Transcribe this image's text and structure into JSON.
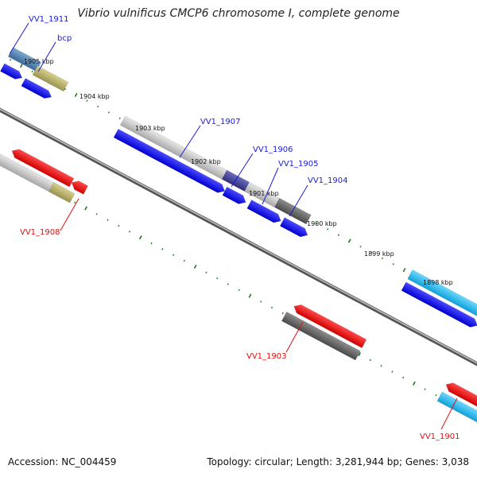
{
  "title": "Vibrio vulnificus CMCP6 chromosome I, complete genome",
  "footer": {
    "accession": "Accession: NC_004459",
    "topology": "Topology: circular; Length: 3,281,944 bp; Genes: 3,038"
  },
  "ruler_labels": [
    "1905 kbp",
    "1904 kbp",
    "1903 kbp",
    "1902 kbp",
    "1901 kbp",
    "1900 kbp",
    "1899 kbp",
    "1898 kbp"
  ],
  "gene_labels": [
    {
      "text": "VV1_1911",
      "color": "#1a1ad8"
    },
    {
      "text": "bcp",
      "color": "#1a1ad8"
    },
    {
      "text": "VV1_1907",
      "color": "#1a1ad8"
    },
    {
      "text": "VV1_1906",
      "color": "#1a1ad8"
    },
    {
      "text": "VV1_1905",
      "color": "#1a1ad8"
    },
    {
      "text": "VV1_1904",
      "color": "#1a1ad8"
    },
    {
      "text": "VV1_1908",
      "color": "#e01010"
    },
    {
      "text": "VV1_1903",
      "color": "#e01010"
    },
    {
      "text": "VV1_1901",
      "color": "#e01010"
    }
  ],
  "colors": {
    "cds_forward": "#0000ee",
    "cds_reverse": "#ee0000",
    "rna_cyan": "#19b7e8",
    "gray_light": "#c8c8c8",
    "gray_dark": "#6a6a6a",
    "olive": "#b7b06e",
    "purple": "#4a4a9a",
    "tick_green": "#1c7a1c",
    "backbone": "#707070"
  }
}
